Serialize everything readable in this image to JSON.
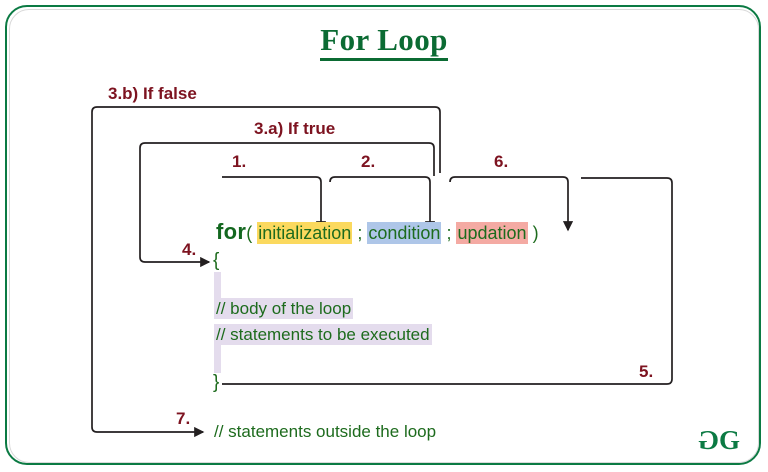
{
  "title": "For Loop",
  "colors": {
    "frame_green": "#0b7a43",
    "title_green": "#0b6b33",
    "code_green": "#1d6b1d",
    "label_maroon": "#7d1320",
    "highlight_initialization": "#fbd95e",
    "highlight_condition": "#aec6e8",
    "highlight_updation": "#f4aaa3",
    "highlight_body": "#e4dced",
    "wire_black": "#231f20"
  },
  "labels": {
    "if_false": "3.b) If false",
    "if_true": "3.a) If true",
    "step1": "1.",
    "step2": "2.",
    "step4": "4.",
    "step5": "5.",
    "step6": "6.",
    "step7": "7."
  },
  "code": {
    "keyword_for": "for",
    "paren_open": "(",
    "initialization": "initialization",
    "semicolon1": ";",
    "condition": "condition",
    "semicolon2": ";",
    "updation": "updation",
    "paren_close": ")",
    "brace_open": "{",
    "body_line1": "// body of the loop",
    "body_line2": "// statements to be executed",
    "brace_close": "}",
    "after_loop": "// statements outside the loop"
  },
  "logo": {
    "left": "G",
    "right": "G"
  }
}
